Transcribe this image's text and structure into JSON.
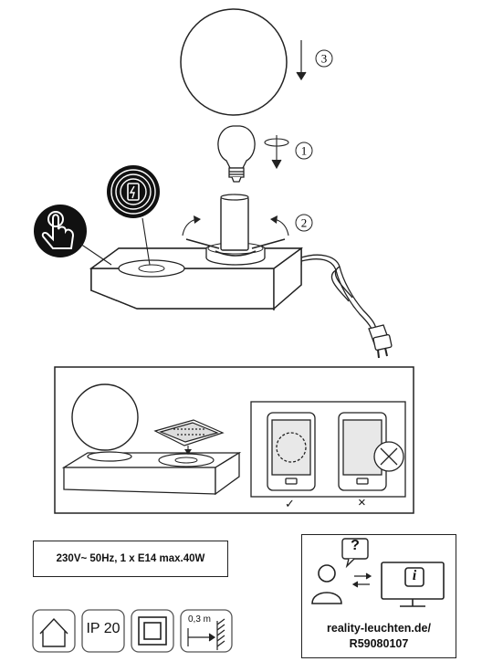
{
  "steps": [
    "1",
    "2",
    "3"
  ],
  "specs": "230V~ 50Hz, 1 x E14 max.40W",
  "icons": {
    "indoor": "indoor-house-icon",
    "ip_rating": "IP 20",
    "protection_class": "class-ii-double-insulation-icon",
    "distance": "0,3 m",
    "touch": "touch-icon",
    "wireless_charging": "wireless-charging-icon",
    "question": "question-icon",
    "user": "user-icon",
    "info_monitor": "info-monitor-icon"
  },
  "compare_marks": [
    "✓",
    "×"
  ],
  "website": "reality-leuchten.de/",
  "article_code": "R59080107"
}
